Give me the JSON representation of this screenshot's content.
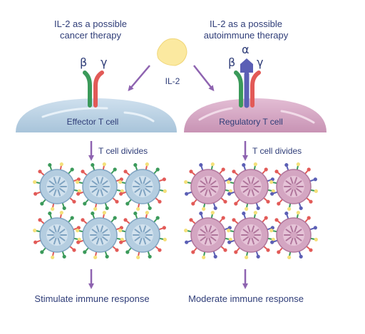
{
  "left_panel": {
    "therapy_line1": "IL-2 as a possible",
    "therapy_line2": "cancer therapy",
    "receptor_beta": "β",
    "receptor_gamma": "γ",
    "cell_label": "Effector T cell",
    "divides_label": "T cell divides",
    "outcome_label": "Stimulate immune response",
    "cell_color": "#b4cde0",
    "daughter_count": 6
  },
  "right_panel": {
    "therapy_line1": "IL-2 as a possible",
    "therapy_line2": "autoimmune therapy",
    "receptor_alpha": "α",
    "receptor_beta": "β",
    "receptor_gamma": "γ",
    "cell_label": "Regulatory T cell",
    "divides_label": "T cell divides",
    "outcome_label": "Moderate immune response",
    "cell_color": "#d4a6c2",
    "daughter_count": 6
  },
  "center": {
    "molecule_label": "IL-2",
    "molecule_color": "#fbe9a0"
  },
  "colors": {
    "text": "#2f3d78",
    "arrow": "#8e63b0",
    "beta_chain": "#3b9a5a",
    "gamma_chain": "#e25a57",
    "alpha_chain": "#5b5fb5"
  }
}
